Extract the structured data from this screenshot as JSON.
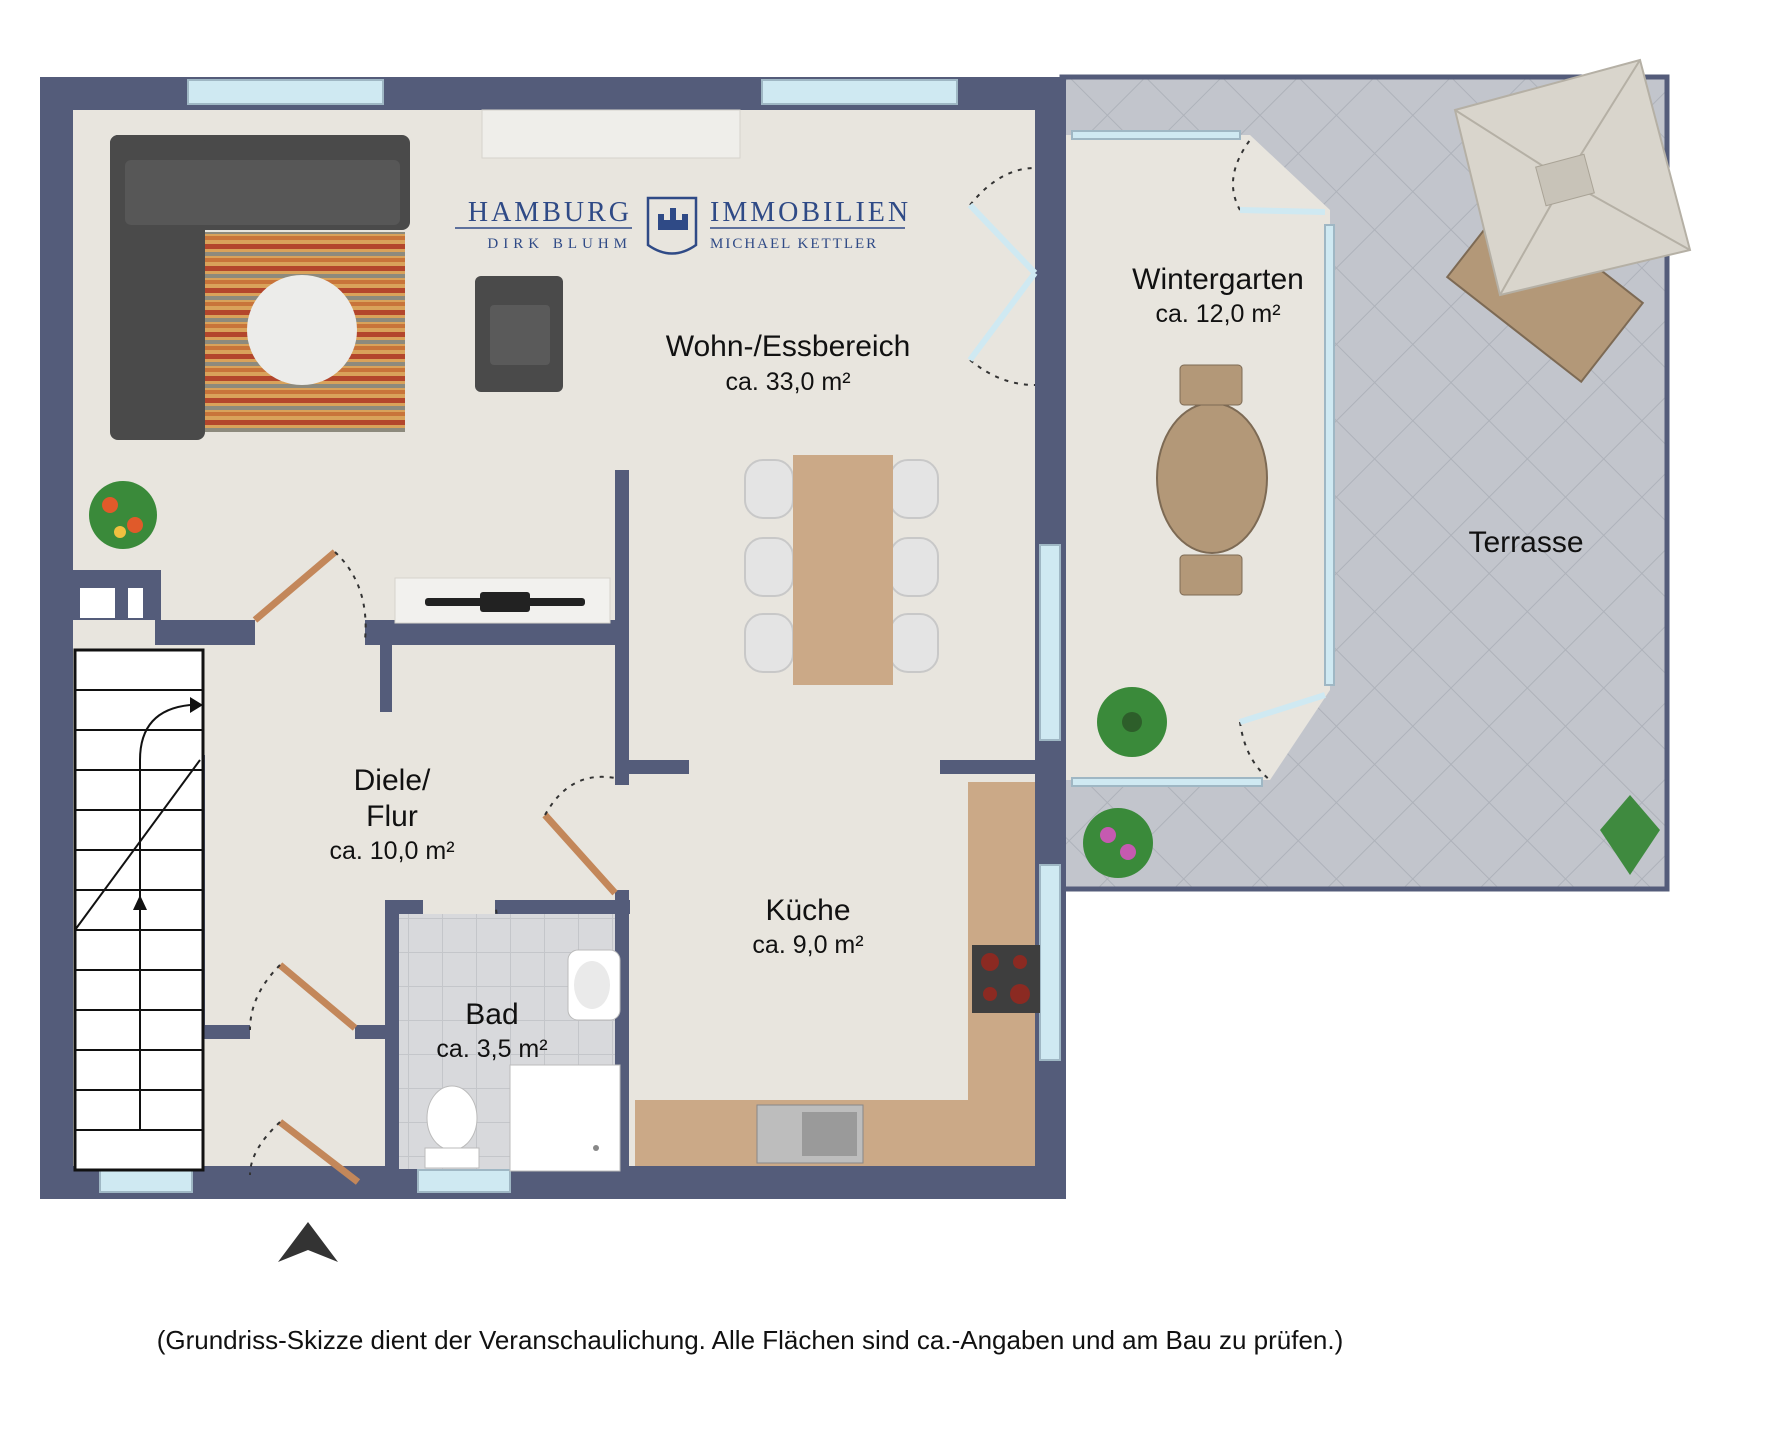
{
  "logo": {
    "word_left": "HAMBURG",
    "word_right": "IMMOBILIEN",
    "name_left": "DIRK BLUHM",
    "name_right": "MICHAEL KETTLER",
    "color": "#2f4a86"
  },
  "rooms": [
    {
      "name": "Wohn-/Essbereich",
      "area": "ca. 33,0 m²"
    },
    {
      "name": "Wintergarten",
      "area": "ca. 12,0 m²"
    },
    {
      "name": "Terrasse",
      "area": ""
    },
    {
      "name_lines": [
        "Diele/",
        "Flur"
      ],
      "area": "ca. 10,0 m²"
    },
    {
      "name": "Küche",
      "area": "ca. 9,0 m²"
    },
    {
      "name": "Bad",
      "area": "ca. 3,5 m²"
    }
  ],
  "caption": "(Grundriss-Skizze dient der Veranschaulichung. Alle Flächen sind ca.-Angaben und am Bau zu prüfen.)",
  "colors": {
    "wall": "#545c7a",
    "floor": "#e8e5de",
    "terrace": "#c2c5cc",
    "counter": "#cba987",
    "window": "#cfe9f2",
    "sofa": "#4a4a4a"
  },
  "icons": [
    "entrance-arrow-icon",
    "plant-icon",
    "parasol-icon",
    "sun-lounger-icon",
    "stove-icon",
    "sink-icon",
    "toilet-icon",
    "shower-icon",
    "washbasin-icon",
    "tv-icon",
    "sofa-icon",
    "armchair-icon",
    "staircase-icon"
  ]
}
